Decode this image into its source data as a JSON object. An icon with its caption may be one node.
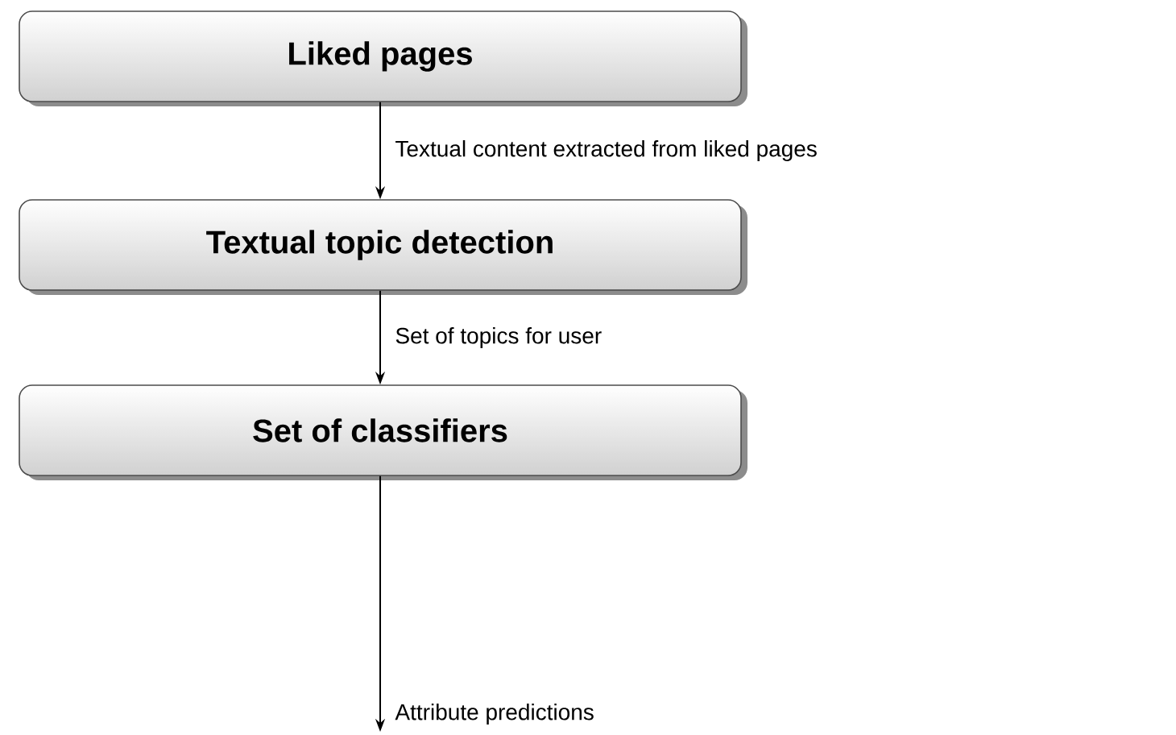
{
  "diagram": {
    "nodes": [
      {
        "text": [
          "Liked pages"
        ]
      },
      {
        "text": [
          "Textual topic detection"
        ]
      },
      {
        "text": [
          "Set of classifiers"
        ]
      }
    ],
    "edges": [
      {
        "from": 0,
        "to": 1,
        "arrow": "to",
        "label": "Textual content extracted from liked pages"
      },
      {
        "from": 1,
        "to": 2,
        "arrow": "to",
        "label": "Set of topics for user"
      },
      {
        "from": 2,
        "to": null,
        "arrow": "to",
        "label": "Attribute predictions"
      }
    ]
  }
}
